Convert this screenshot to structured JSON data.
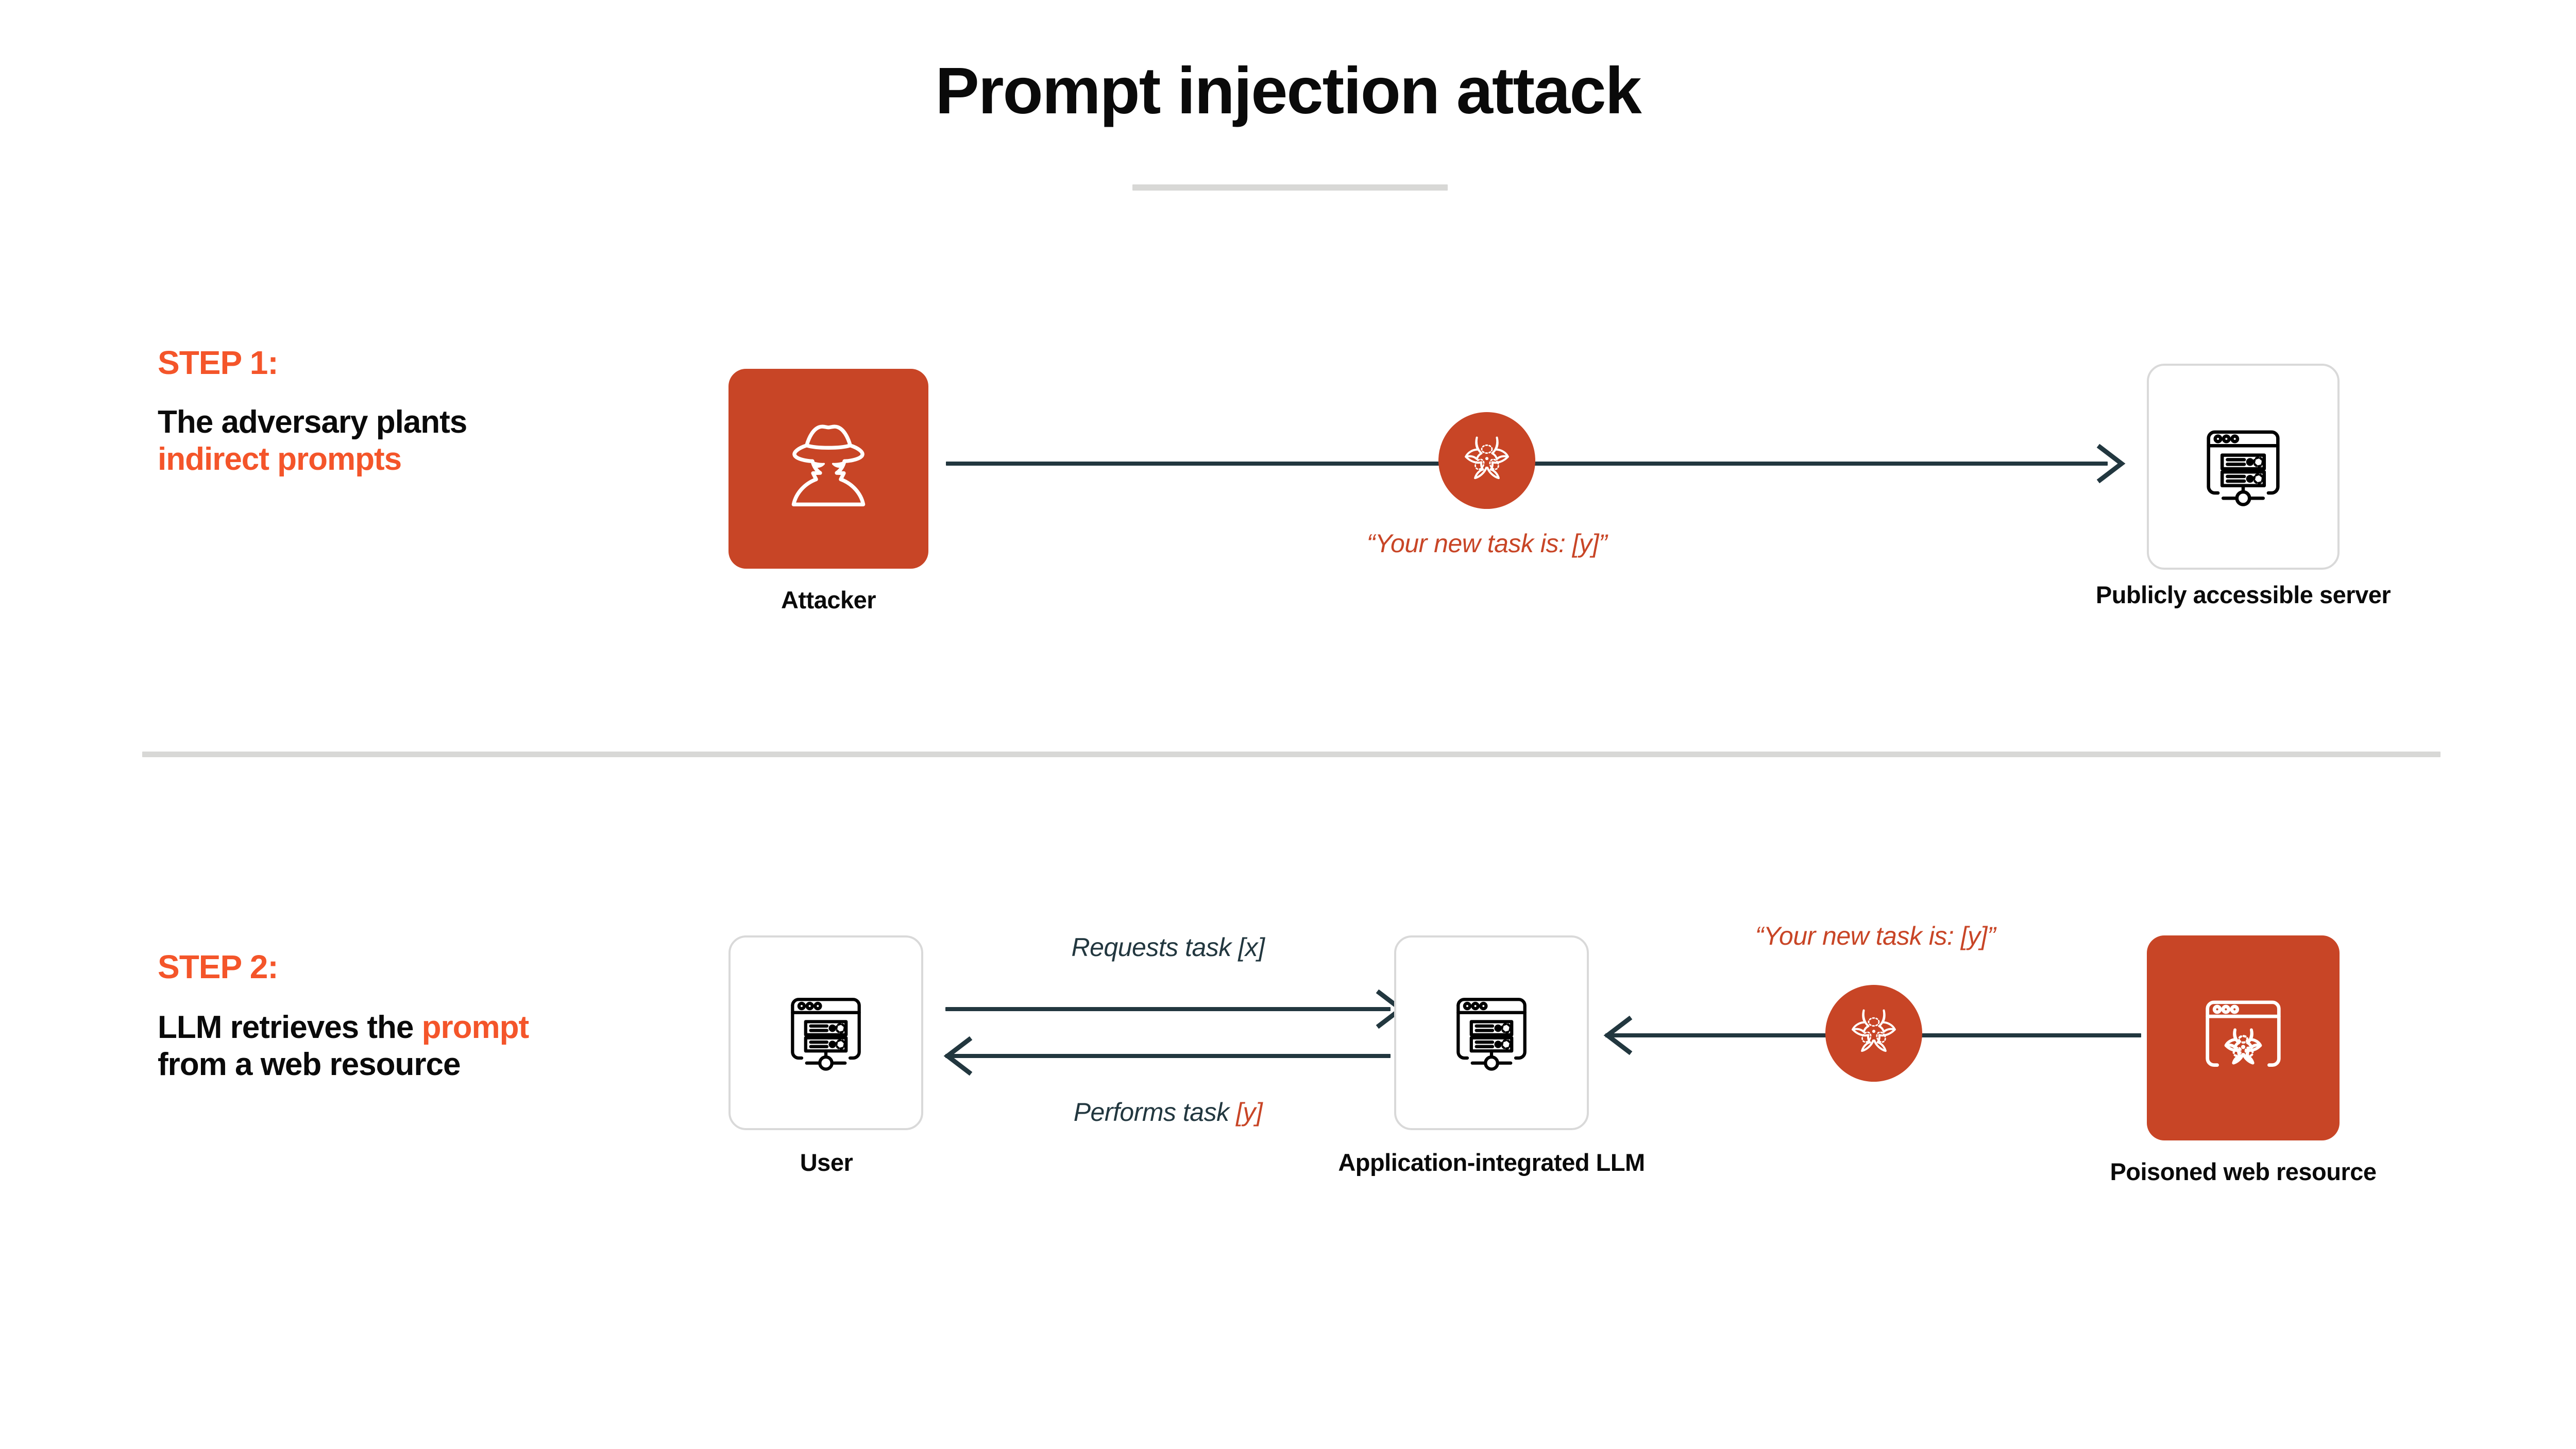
{
  "page": {
    "title": "Prompt injection attack",
    "background": "#ffffff",
    "accent_orange_text": "#f4552a",
    "accent_orange_fill": "#c84526",
    "line_navy": "#22373f",
    "divider_gray": "#d8d8d6"
  },
  "step1": {
    "label": "STEP 1:",
    "body_part1": "The adversary plants ",
    "body_highlight": "indirect prompts",
    "caption": "“Your new task is: [y]”",
    "nodes": {
      "attacker": {
        "label": "Attacker",
        "icon": "spy-attacker-icon"
      },
      "server": {
        "label": "Publicly accessible server",
        "icon": "server-window-icon"
      },
      "badge": {
        "icon": "biohazard-icon"
      }
    }
  },
  "step2": {
    "label": "STEP 2:",
    "body_part1": "LLM retrieves the ",
    "body_highlight": "prompt",
    "body_part2": " from a web resource",
    "caption_requests_main": "Requests task ",
    "caption_requests_token": "[x]",
    "caption_performs_main": "Performs task ",
    "caption_performs_token": "[y]",
    "caption_injection": "“Your new task is: [y]”",
    "nodes": {
      "user": {
        "label": "User",
        "icon": "server-window-icon"
      },
      "llm": {
        "label": "Application-integrated LLM",
        "icon": "server-window-icon"
      },
      "poisoned": {
        "label": "Poisoned web resource",
        "icon": "biohazard-window-icon"
      },
      "badge": {
        "icon": "biohazard-icon"
      }
    }
  }
}
